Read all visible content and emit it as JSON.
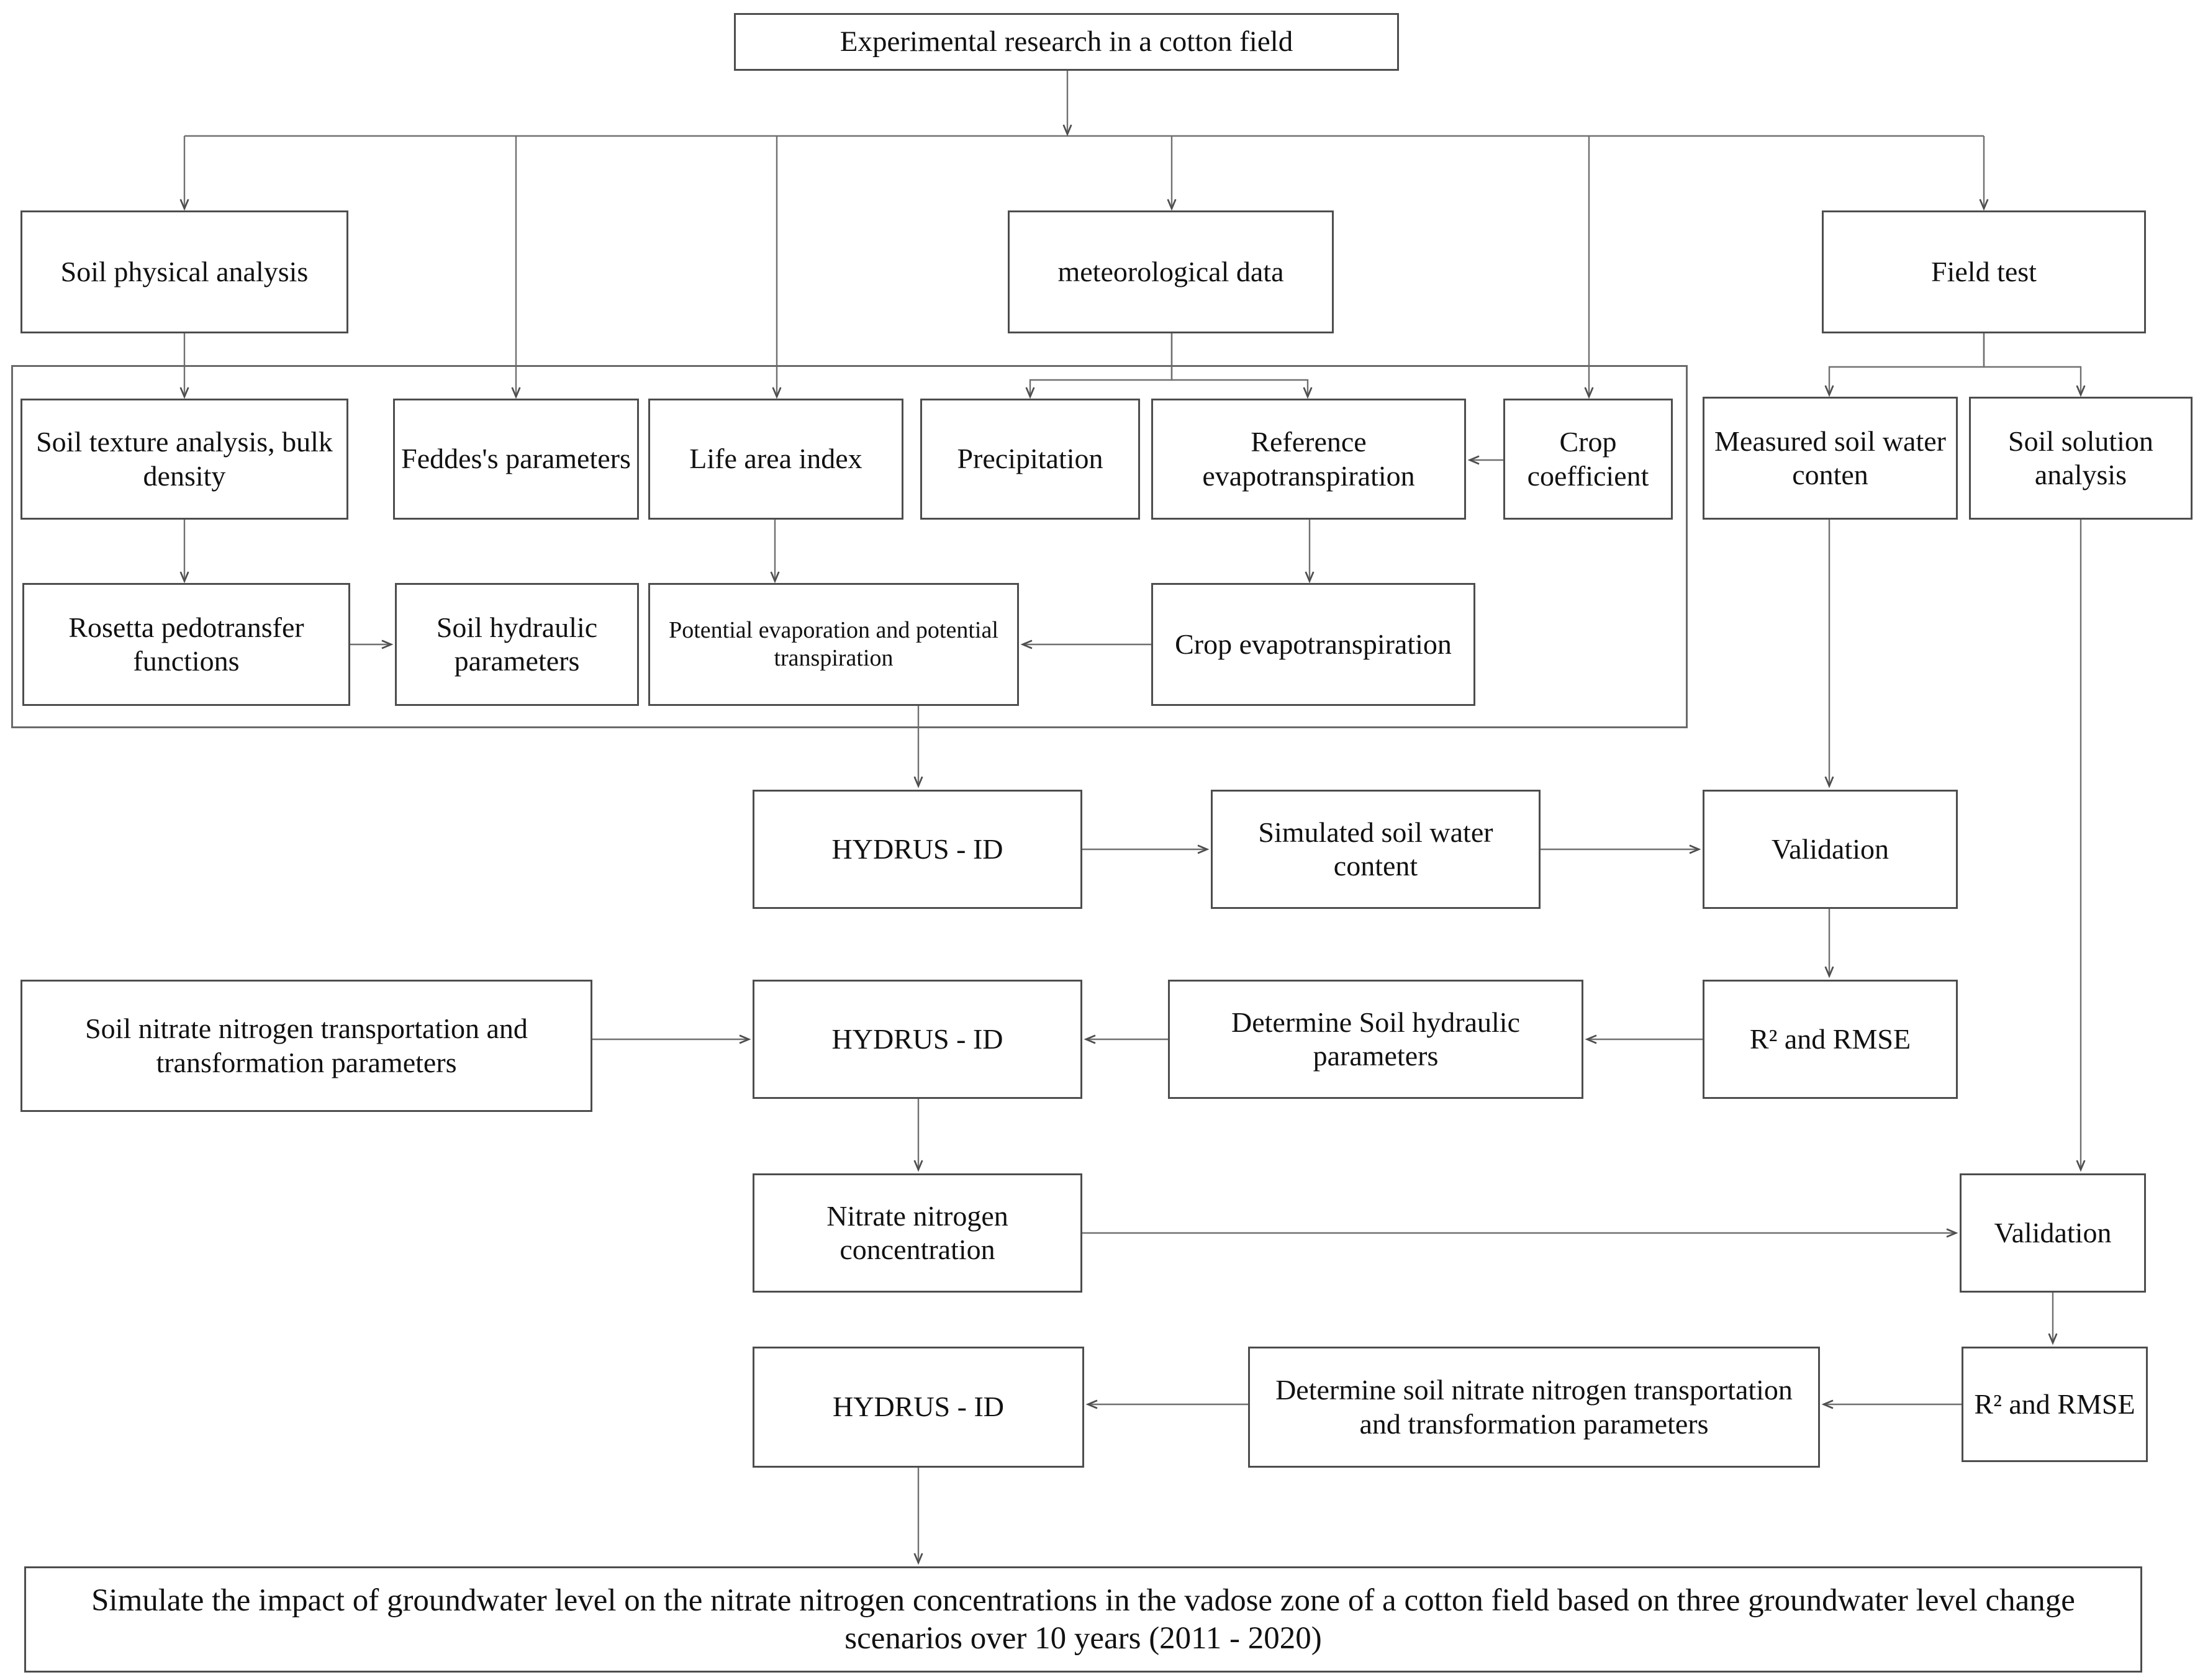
{
  "diagram": {
    "title": "Experimental research in a cotton field",
    "nodes": [
      {
        "id": "root",
        "label": "Experimental research in a cotton field"
      },
      {
        "id": "soil-physical",
        "label": "Soil physical analysis"
      },
      {
        "id": "meteorological-data",
        "label": "meteorological data"
      },
      {
        "id": "field-test",
        "label": "Field test"
      },
      {
        "id": "soil-texture",
        "label": "Soil texture analysis, bulk density"
      },
      {
        "id": "feddes-parameters",
        "label": "Feddes's parameters"
      },
      {
        "id": "life-area-index",
        "label": "Life area index"
      },
      {
        "id": "precipitation",
        "label": "Precipitation"
      },
      {
        "id": "reference-evapotranspiration",
        "label": "Reference evapotranspiration"
      },
      {
        "id": "crop-coefficient",
        "label": "Crop coefficient"
      },
      {
        "id": "measured-swc",
        "label": "Measured soil water conten"
      },
      {
        "id": "soil-solution",
        "label": "Soil solution analysis"
      },
      {
        "id": "rosetta",
        "label": "Rosetta pedotransfer functions"
      },
      {
        "id": "soil-hydraulic",
        "label": "Soil hydraulic parameters"
      },
      {
        "id": "potential-evap",
        "label": "Potential evaporation and potential transpiration"
      },
      {
        "id": "crop-evapotranspiration",
        "label": "Crop evapotranspiration"
      },
      {
        "id": "hydrus-1",
        "label": "HYDRUS - ID"
      },
      {
        "id": "simulated-swc",
        "label": "Simulated soil water content"
      },
      {
        "id": "validation-1",
        "label": "Validation"
      },
      {
        "id": "r2-rmse-1",
        "label": "R² and RMSE"
      },
      {
        "id": "nitrate-params",
        "label": "Soil nitrate nitrogen transportation and transformation parameters"
      },
      {
        "id": "hydrus-2",
        "label": "HYDRUS - ID"
      },
      {
        "id": "determine-soil-hydraulic",
        "label": "Determine Soil hydraulic parameters"
      },
      {
        "id": "nitrate-concentration",
        "label": "Nitrate nitrogen concentration"
      },
      {
        "id": "validation-2",
        "label": "Validation"
      },
      {
        "id": "r2-rmse-2",
        "label": "R² and RMSE"
      },
      {
        "id": "hydrus-3",
        "label": "HYDRUS - ID"
      },
      {
        "id": "determine-nitrate",
        "label": "Determine soil nitrate nitrogen transportation and transformation parameters"
      },
      {
        "id": "final",
        "label": "Simulate the impact of groundwater level on the nitrate nitrogen concentrations in the vadose zone of a cotton field based on three groundwater level change scenarios over 10 years (2011 - 2020)"
      }
    ],
    "edges": [
      {
        "from": "root",
        "to": "branch-bus"
      },
      {
        "from": "branch-bus",
        "to": "soil-physical"
      },
      {
        "from": "branch-bus",
        "to": "meteorological-data"
      },
      {
        "from": "branch-bus",
        "to": "field-test"
      },
      {
        "from": "branch-bus",
        "to": "feddes-parameters"
      },
      {
        "from": "branch-bus",
        "to": "life-area-index"
      },
      {
        "from": "branch-bus",
        "to": "crop-coefficient"
      },
      {
        "from": "soil-physical",
        "to": "soil-texture"
      },
      {
        "from": "meteorological-data",
        "to": "precipitation"
      },
      {
        "from": "meteorological-data",
        "to": "reference-evapotranspiration"
      },
      {
        "from": "field-test",
        "to": "measured-swc"
      },
      {
        "from": "field-test",
        "to": "soil-solution"
      },
      {
        "from": "crop-coefficient",
        "to": "reference-evapotranspiration"
      },
      {
        "from": "reference-evapotranspiration",
        "to": "crop-evapotranspiration"
      },
      {
        "from": "soil-texture",
        "to": "rosetta"
      },
      {
        "from": "life-area-index",
        "to": "potential-evap"
      },
      {
        "from": "rosetta",
        "to": "soil-hydraulic"
      },
      {
        "from": "crop-evapotranspiration",
        "to": "potential-evap"
      },
      {
        "from": "potential-evap",
        "to": "hydrus-1"
      },
      {
        "from": "hydrus-1",
        "to": "simulated-swc"
      },
      {
        "from": "simulated-swc",
        "to": "validation-1"
      },
      {
        "from": "measured-swc",
        "to": "validation-1"
      },
      {
        "from": "validation-1",
        "to": "r2-rmse-1"
      },
      {
        "from": "r2-rmse-1",
        "to": "determine-soil-hydraulic"
      },
      {
        "from": "determine-soil-hydraulic",
        "to": "hydrus-2"
      },
      {
        "from": "nitrate-params",
        "to": "hydrus-2"
      },
      {
        "from": "hydrus-2",
        "to": "nitrate-concentration"
      },
      {
        "from": "nitrate-concentration",
        "to": "validation-2"
      },
      {
        "from": "soil-solution",
        "to": "validation-2"
      },
      {
        "from": "validation-2",
        "to": "r2-rmse-2"
      },
      {
        "from": "r2-rmse-2",
        "to": "determine-nitrate"
      },
      {
        "from": "determine-nitrate",
        "to": "hydrus-3"
      },
      {
        "from": "hydrus-3",
        "to": "final"
      }
    ],
    "colors": {
      "box_border": "#4d4d4d",
      "group_border": "#6a6a6a",
      "connector": "#707070",
      "background": "#ffffff",
      "text": "#111111"
    }
  }
}
